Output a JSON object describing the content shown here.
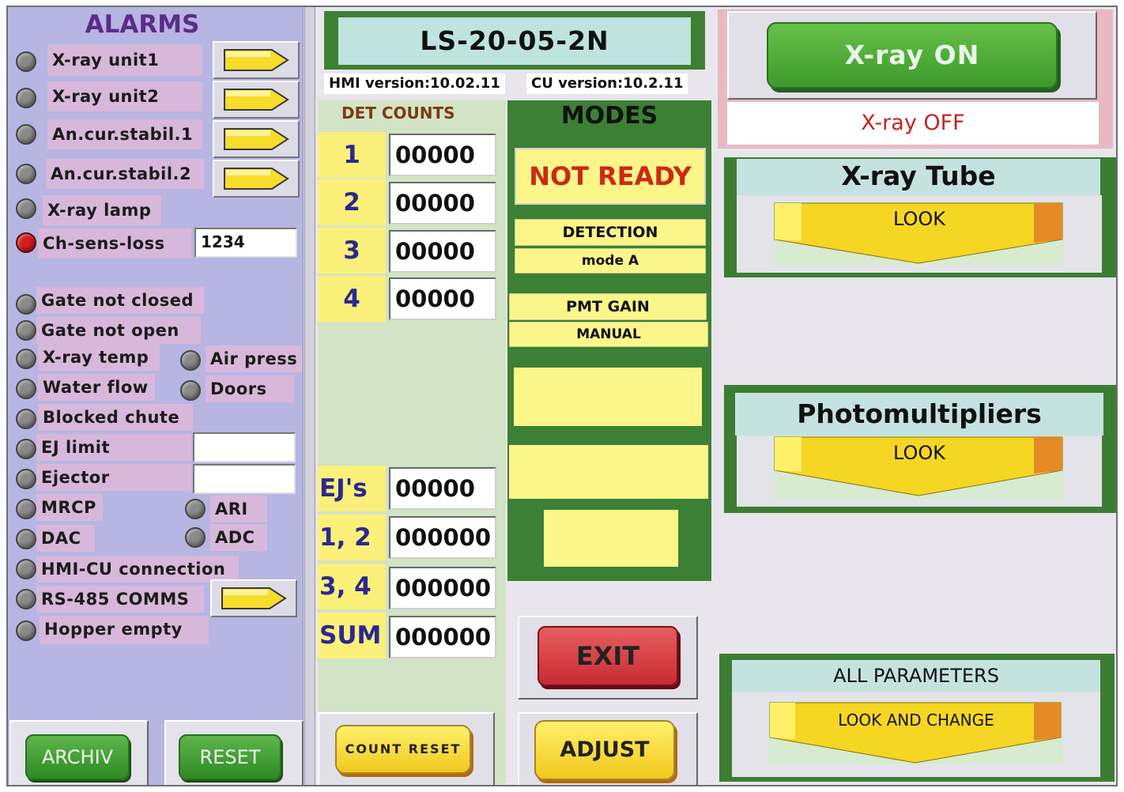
{
  "alarms": {
    "title": "ALARMS",
    "items": [
      {
        "label": "X-ray unit1"
      },
      {
        "label": "X-ray unit2"
      },
      {
        "label": "An.cur.stabil.1"
      },
      {
        "label": "An.cur.stabil.2"
      },
      {
        "label": "X-ray lamp"
      },
      {
        "label": "Ch-sens-loss",
        "value": "1234",
        "lamp": "red"
      },
      {
        "label": "Gate not closed"
      },
      {
        "label": "Gate not open"
      },
      {
        "label": "X-ray temp"
      },
      {
        "label": "Air press"
      },
      {
        "label": "Water flow"
      },
      {
        "label": "Doors"
      },
      {
        "label": "Blocked chute"
      },
      {
        "label": "EJ limit",
        "value": ""
      },
      {
        "label": "Ejector",
        "value": ""
      },
      {
        "label": "MRCP"
      },
      {
        "label": "ARI"
      },
      {
        "label": "DAC"
      },
      {
        "label": "ADC"
      },
      {
        "label": "HMI-CU connection"
      },
      {
        "label": "RS-485 COMMS"
      },
      {
        "label": "Hopper empty"
      }
    ],
    "archiv_label": "ARCHIV",
    "reset_label": "RESET"
  },
  "header": {
    "title": "LS-20-05-2N",
    "hmi_version": "HMI version:10.02.11",
    "cu_version": "CU version:10.2.11"
  },
  "det_counts": {
    "title": "DET COUNTS",
    "rows": [
      {
        "label": "1",
        "value": "00000"
      },
      {
        "label": "2",
        "value": "00000"
      },
      {
        "label": "3",
        "value": "00000"
      },
      {
        "label": "4",
        "value": "00000"
      },
      {
        "label": "EJ's",
        "value": "00000"
      },
      {
        "label": "1, 2",
        "value": "000000"
      },
      {
        "label": "3, 4",
        "value": "000000"
      },
      {
        "label": "SUM",
        "value": "000000"
      }
    ],
    "count_reset_label": "COUNT RESET"
  },
  "modes": {
    "title": "MODES",
    "status": "NOT READY",
    "detection_label": "DETECTION",
    "detection_mode": "mode A",
    "pmt_gain_label": "PMT GAIN",
    "pmt_gain_mode": "MANUAL"
  },
  "buttons": {
    "exit": "EXIT",
    "adjust": "ADJUST"
  },
  "xray": {
    "on_label": "X-ray ON",
    "off_label": "X-ray OFF"
  },
  "xray_tube": {
    "title": "X-ray Tube",
    "button": "LOOK"
  },
  "photomultipliers": {
    "title": "Photomultipliers",
    "button": "LOOK"
  },
  "all_parameters": {
    "title": "ALL PARAMETERS",
    "button": "LOOK AND CHANGE"
  },
  "colors": {
    "alarm_panel": "#b7b5e1",
    "alarm_label": "#d8b8da",
    "panel_green": "#3c8035",
    "yellow": "#fbf58a",
    "active_alarm": "#d51e1e"
  }
}
